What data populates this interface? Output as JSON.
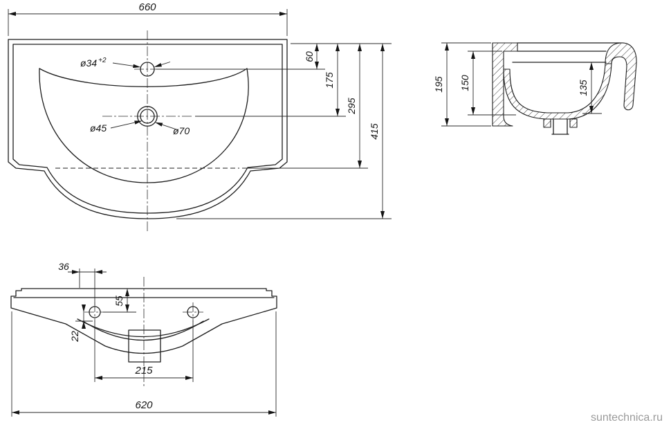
{
  "watermark": "suntechnica.ru",
  "plan": {
    "overall_width": "660",
    "overall_depth": "415",
    "top_to_faucet_center": "60",
    "top_to_drain_center": "175",
    "top_to_bowl_front": "295",
    "faucet_hole_diameter": "ø34",
    "faucet_hole_tolerance": "+2",
    "drain_hole_diameter": "ø45",
    "drain_recess_diameter": "ø70"
  },
  "section": {
    "overall_height": "195",
    "inner_height": "150",
    "bowl_depth": "135"
  },
  "front": {
    "hole_offset": "36",
    "top_to_hole": "55",
    "hole_to_bowl_edge": "22",
    "hole_spacing": "215",
    "mount_width": "620"
  }
}
